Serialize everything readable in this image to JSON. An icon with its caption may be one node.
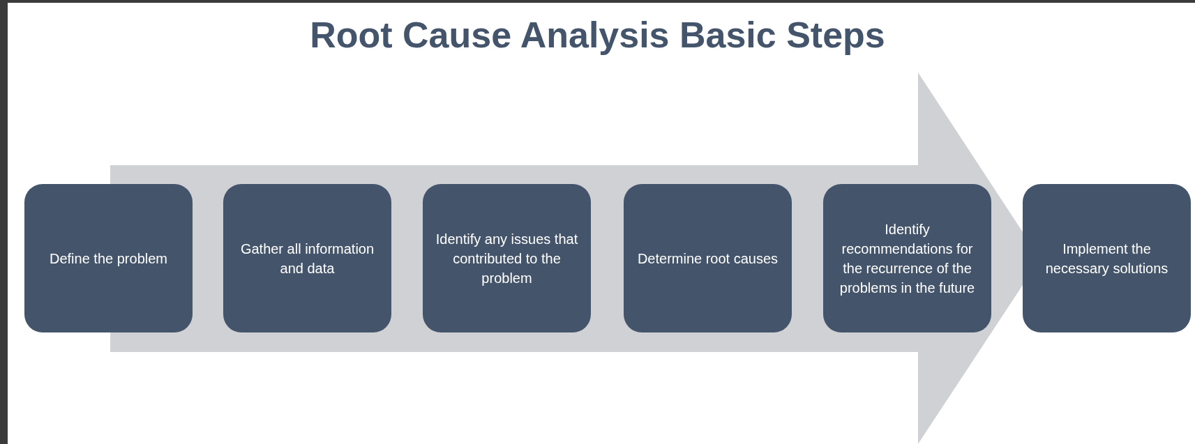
{
  "diagram": {
    "title": "Root Cause Analysis Basic Steps",
    "nodes": [
      {
        "text": [
          "Define the problem"
        ]
      },
      {
        "text": [
          "Gather all information and data"
        ]
      },
      {
        "text": [
          "Identify any issues that contributed to the problem"
        ]
      },
      {
        "text": [
          "Determine root causes"
        ]
      },
      {
        "text": [
          "Identify recommendations for the recurrence of the problems in the future"
        ]
      },
      {
        "text": [
          "Implement the necessary solutions"
        ]
      }
    ]
  }
}
